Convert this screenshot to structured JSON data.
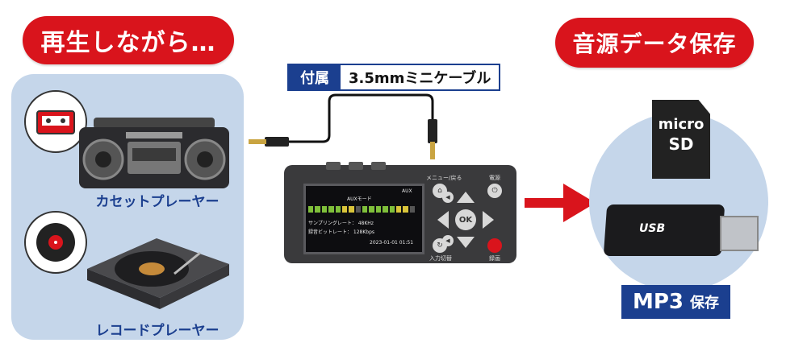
{
  "left": {
    "bubble_text": "再生しながら…",
    "cassette_label": "カセットプレーヤー",
    "record_label": "レコードプレーヤー"
  },
  "cable": {
    "tag_label": "付属",
    "tag_value": "3.5mmミニケーブル"
  },
  "device": {
    "screen_mode": "AUXモード",
    "screen_badge": "AUX",
    "sampling_rate": "サンプリングレート： 48KHz",
    "bitrate": "録音ビットレート： 128Kbps",
    "datetime": "2023-01-01  01:51",
    "menu_label": "メニュー/戻る",
    "power_label": "電源",
    "input_label": "入力切替",
    "record_label": "録画",
    "ok_label": "OK"
  },
  "right": {
    "bubble_text": "音源データ保存",
    "sd_line1": "micro",
    "sd_line2": "SD",
    "usb_text": "USB",
    "mp3_main": "MP3",
    "mp3_sub": "保存"
  },
  "colors": {
    "accent_red": "#d9141c",
    "navy": "#1b3f8f",
    "panel_blue": "#c5d6ea"
  }
}
